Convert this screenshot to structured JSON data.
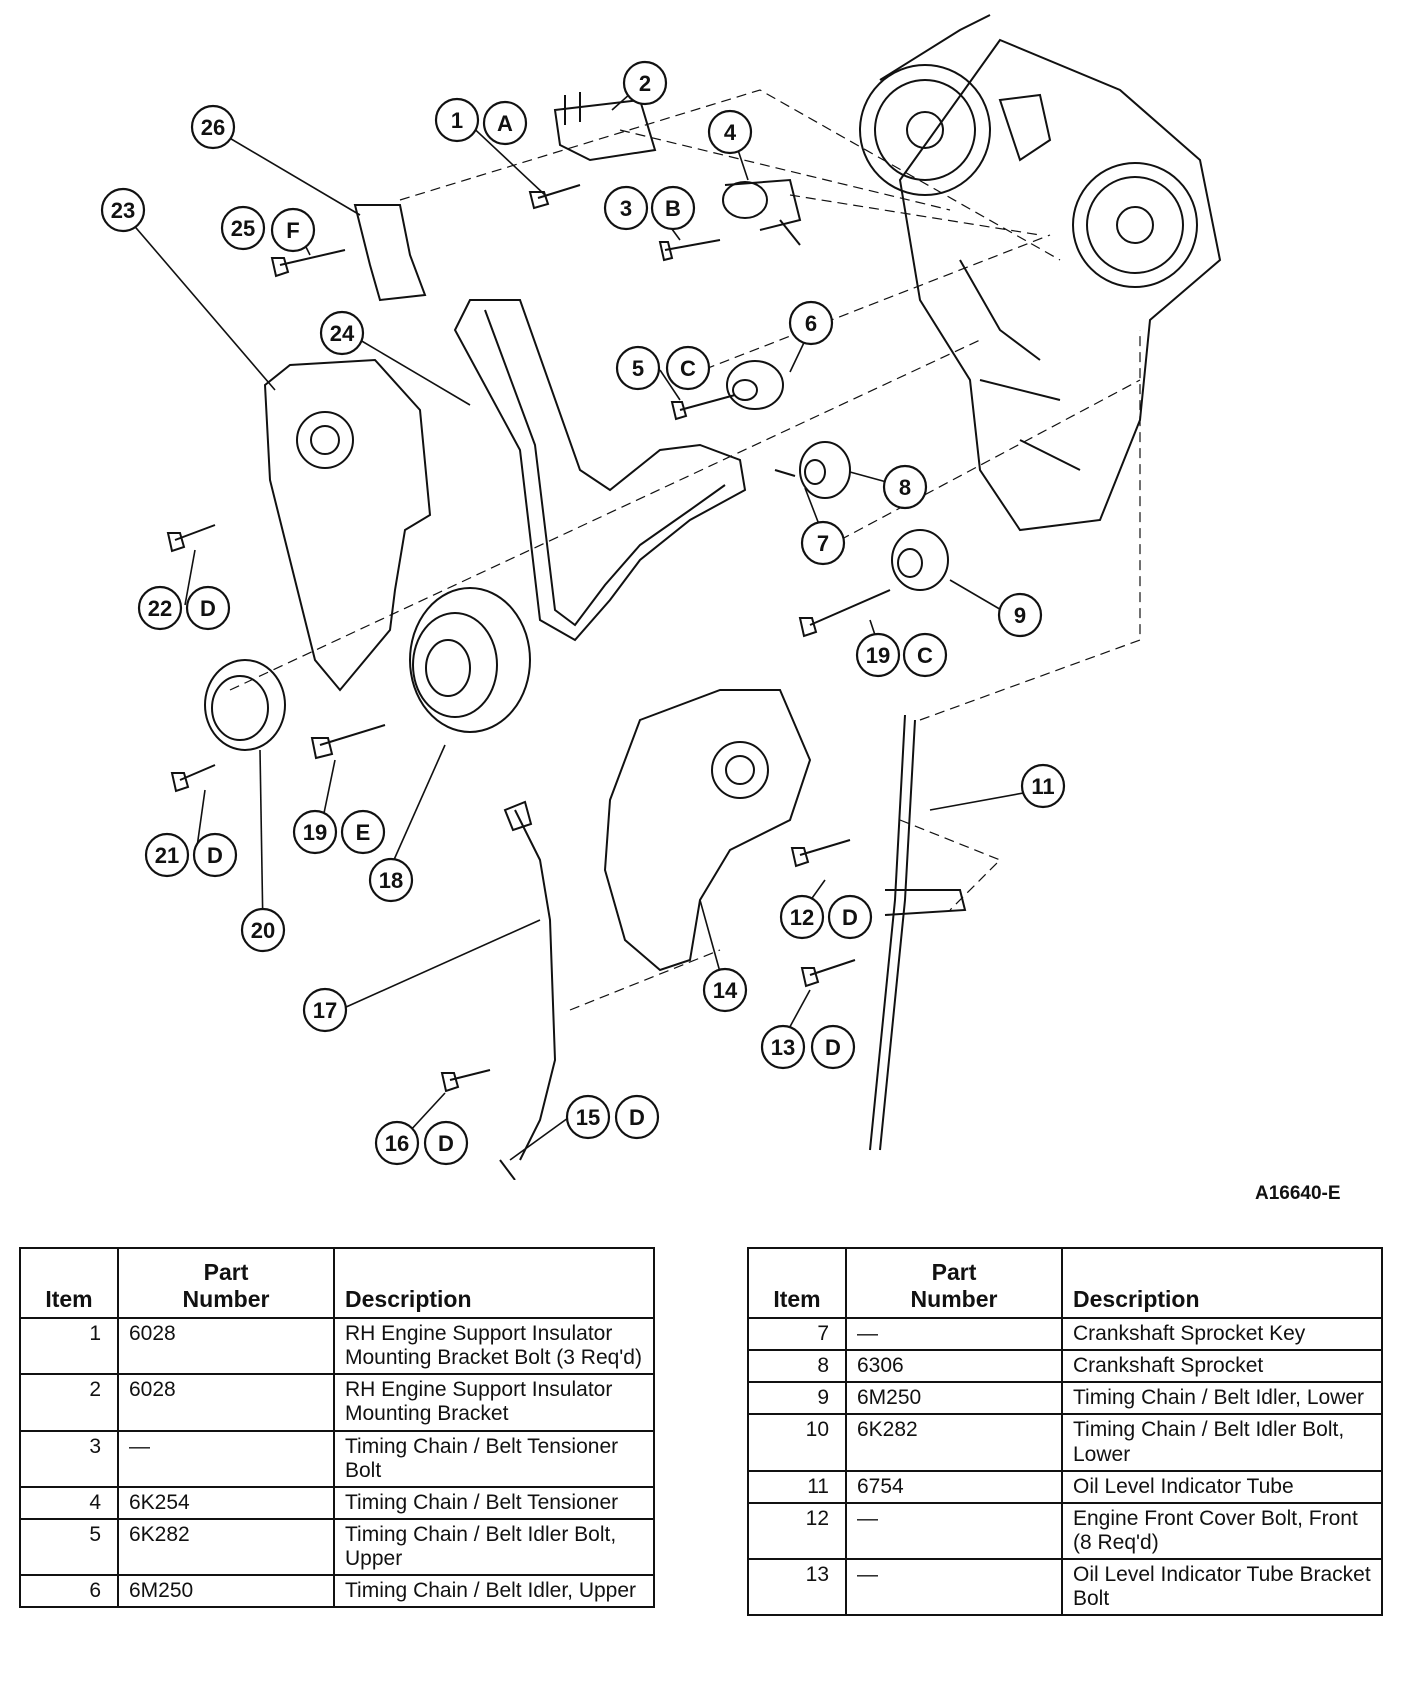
{
  "figure_id": "A16640-E",
  "callouts": {
    "c1": "1",
    "cA": "A",
    "c2": "2",
    "c26": "26",
    "c4": "4",
    "c3": "3",
    "cB": "B",
    "c23": "23",
    "c25": "25",
    "cF": "F",
    "c24": "24",
    "c6": "6",
    "c5": "5",
    "cC1": "C",
    "c8": "8",
    "c7": "7",
    "c22": "22",
    "cD1": "D",
    "c9": "9",
    "c19a": "19",
    "cC2": "C",
    "c11": "11",
    "c21": "21",
    "cD2": "D",
    "c19b": "19",
    "cE": "E",
    "c18": "18",
    "c20": "20",
    "c12": "12",
    "cD3": "D",
    "c17": "17",
    "c14": "14",
    "c13": "13",
    "cD4": "D",
    "c16": "16",
    "cD5": "D",
    "c15": "15",
    "cD6": "D"
  },
  "tables": {
    "headers": {
      "item": "Item",
      "part_line1": "Part",
      "part_line2": "Number",
      "description": "Description"
    },
    "left": [
      {
        "item": "1",
        "part": "6028",
        "desc": "RH Engine Support Insulator Mounting Bracket Bolt (3 Req'd)"
      },
      {
        "item": "2",
        "part": "6028",
        "desc": "RH Engine Support Insulator Mounting Bracket"
      },
      {
        "item": "3",
        "part": "—",
        "desc": "Timing Chain / Belt Tensioner Bolt"
      },
      {
        "item": "4",
        "part": "6K254",
        "desc": "Timing Chain / Belt Tensioner"
      },
      {
        "item": "5",
        "part": "6K282",
        "desc": "Timing Chain / Belt Idler Bolt, Upper"
      },
      {
        "item": "6",
        "part": "6M250",
        "desc": "Timing Chain / Belt Idler, Upper"
      }
    ],
    "right": [
      {
        "item": "7",
        "part": "—",
        "desc": "Crankshaft Sprocket Key"
      },
      {
        "item": "8",
        "part": "6306",
        "desc": "Crankshaft Sprocket"
      },
      {
        "item": "9",
        "part": "6M250",
        "desc": "Timing Chain / Belt Idler, Lower"
      },
      {
        "item": "10",
        "part": "6K282",
        "desc": "Timing Chain / Belt Idler Bolt, Lower"
      },
      {
        "item": "11",
        "part": "6754",
        "desc": "Oil Level Indicator Tube"
      },
      {
        "item": "12",
        "part": "—",
        "desc": "Engine Front Cover Bolt, Front (8 Req'd)"
      },
      {
        "item": "13",
        "part": "—",
        "desc": "Oil Level Indicator Tube Bracket Bolt"
      }
    ]
  }
}
